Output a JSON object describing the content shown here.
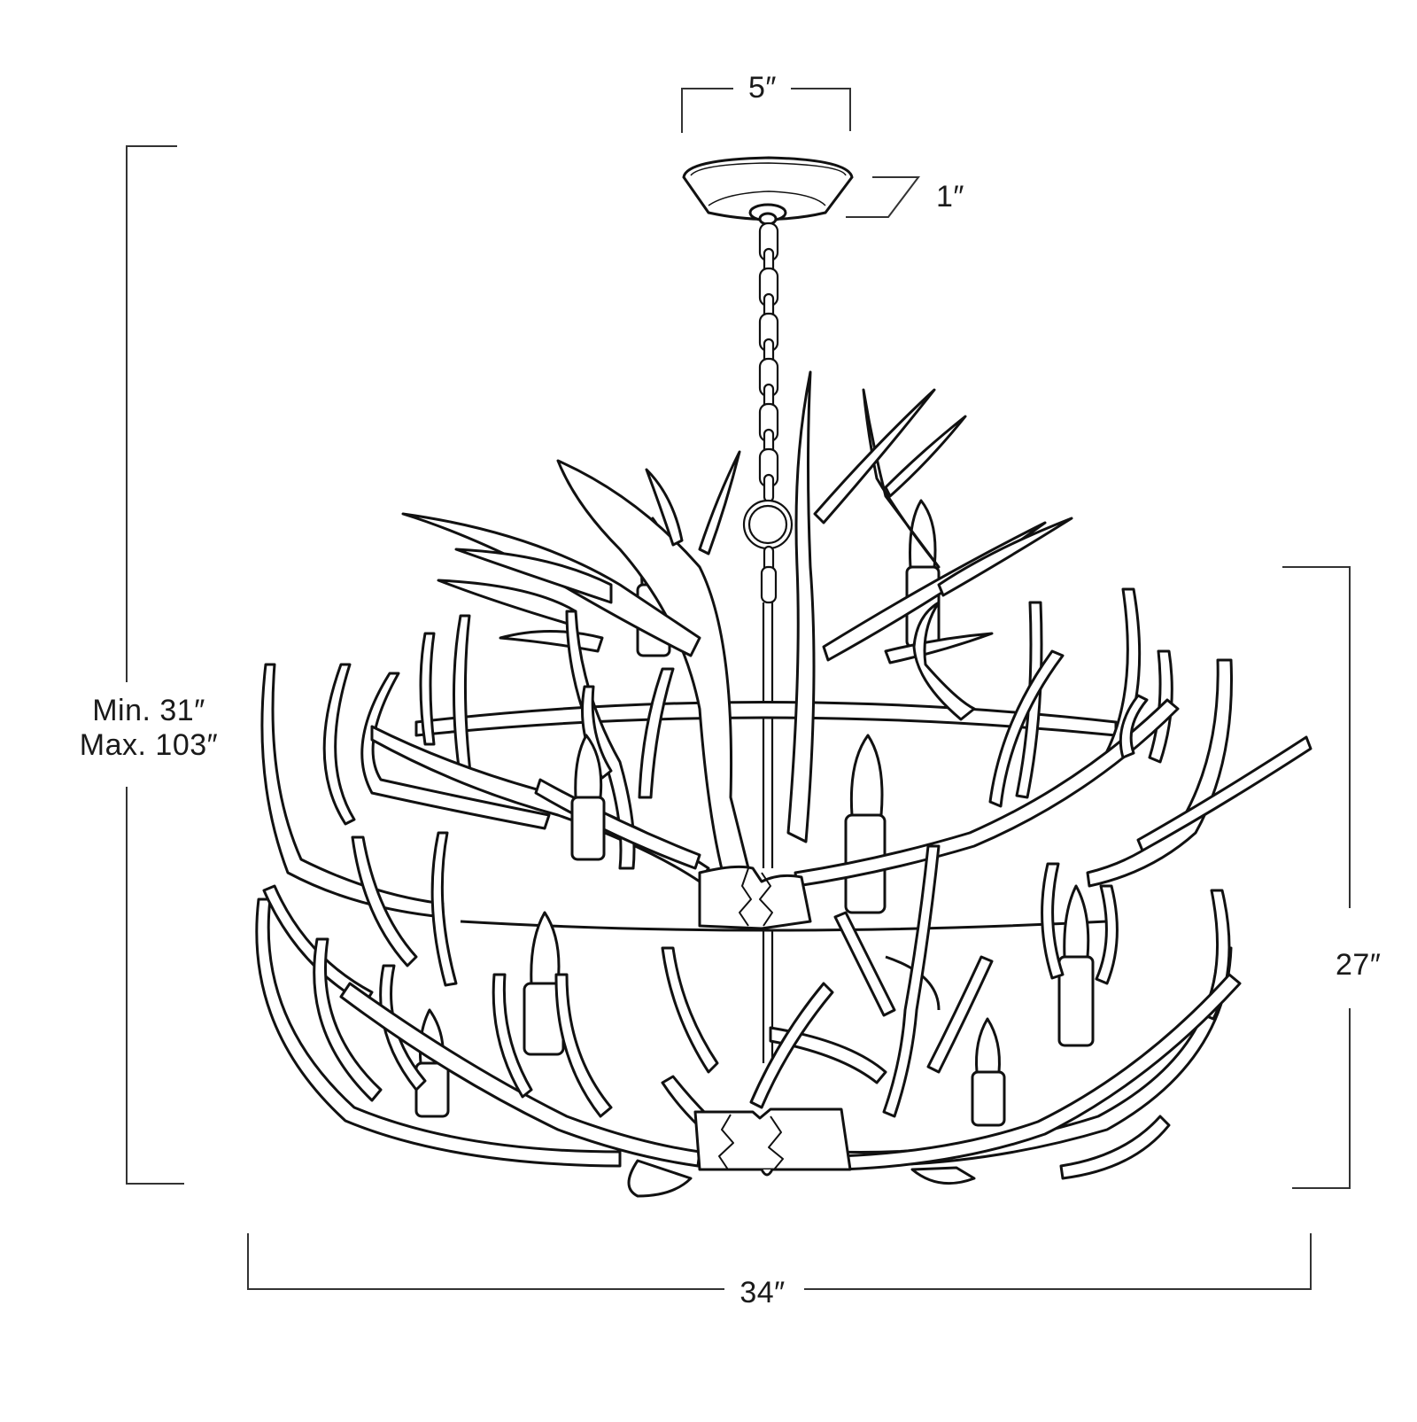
{
  "diagram": {
    "subject": "antler chandelier dimension drawing",
    "style": {
      "line_color": "#111111",
      "dimension_line_color": "#333333",
      "background": "#ffffff"
    },
    "dimensions": {
      "canopy_width": "5″",
      "canopy_height": "1″",
      "overall_height_min": "Min. 31″",
      "overall_height_max": "Max. 103″",
      "body_height": "27″",
      "overall_width": "34″"
    },
    "parts": {
      "canopy": "ceiling canopy",
      "chain": "suspension chain",
      "ring": "chain ring",
      "upper_tier": "upper antler tier",
      "lower_tier": "lower antler tier",
      "candles": "candle sockets with bulbs"
    }
  }
}
